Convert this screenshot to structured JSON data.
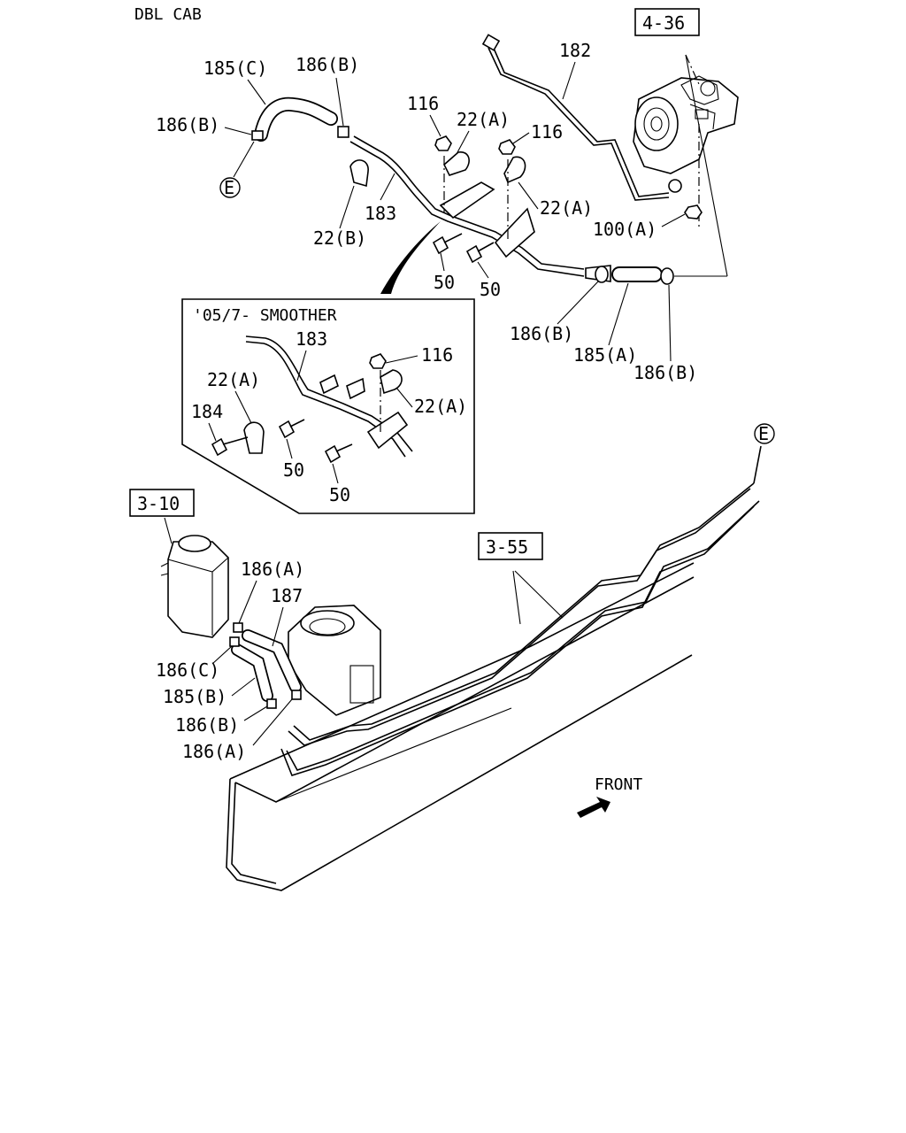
{
  "header": {
    "cab_type": "DBL CAB"
  },
  "refs": {
    "r436": "4-36",
    "r310": "3-10",
    "r355": "3-55"
  },
  "inset": {
    "title": "'05/7- SMOOTHER"
  },
  "orientation": {
    "front": "FRONT"
  },
  "callout": "E",
  "labels": {
    "p185c": "185(C)",
    "p186b_top": "186(B)",
    "p186b_left": "186(B)",
    "p116_a": "116",
    "p22a_a": "22(A)",
    "p116_b": "116",
    "p182": "182",
    "p22a_b": "22(A)",
    "p100a": "100(A)",
    "p183": "183",
    "p22b": "22(B)",
    "p50_a": "50",
    "p50_b": "50",
    "p186b_pair1": "186(B)",
    "p185a": "185(A)",
    "p186b_pair2": "186(B)",
    "i183": "183",
    "i116": "116",
    "i22a_left": "22(A)",
    "i184": "184",
    "i22a_right": "22(A)",
    "i50_a": "50",
    "i50_b": "50",
    "p186a_top": "186(A)",
    "p187": "187",
    "p186c": "186(C)",
    "p185b": "185(B)",
    "p186b_low": "186(B)",
    "p186a_low": "186(A)"
  }
}
